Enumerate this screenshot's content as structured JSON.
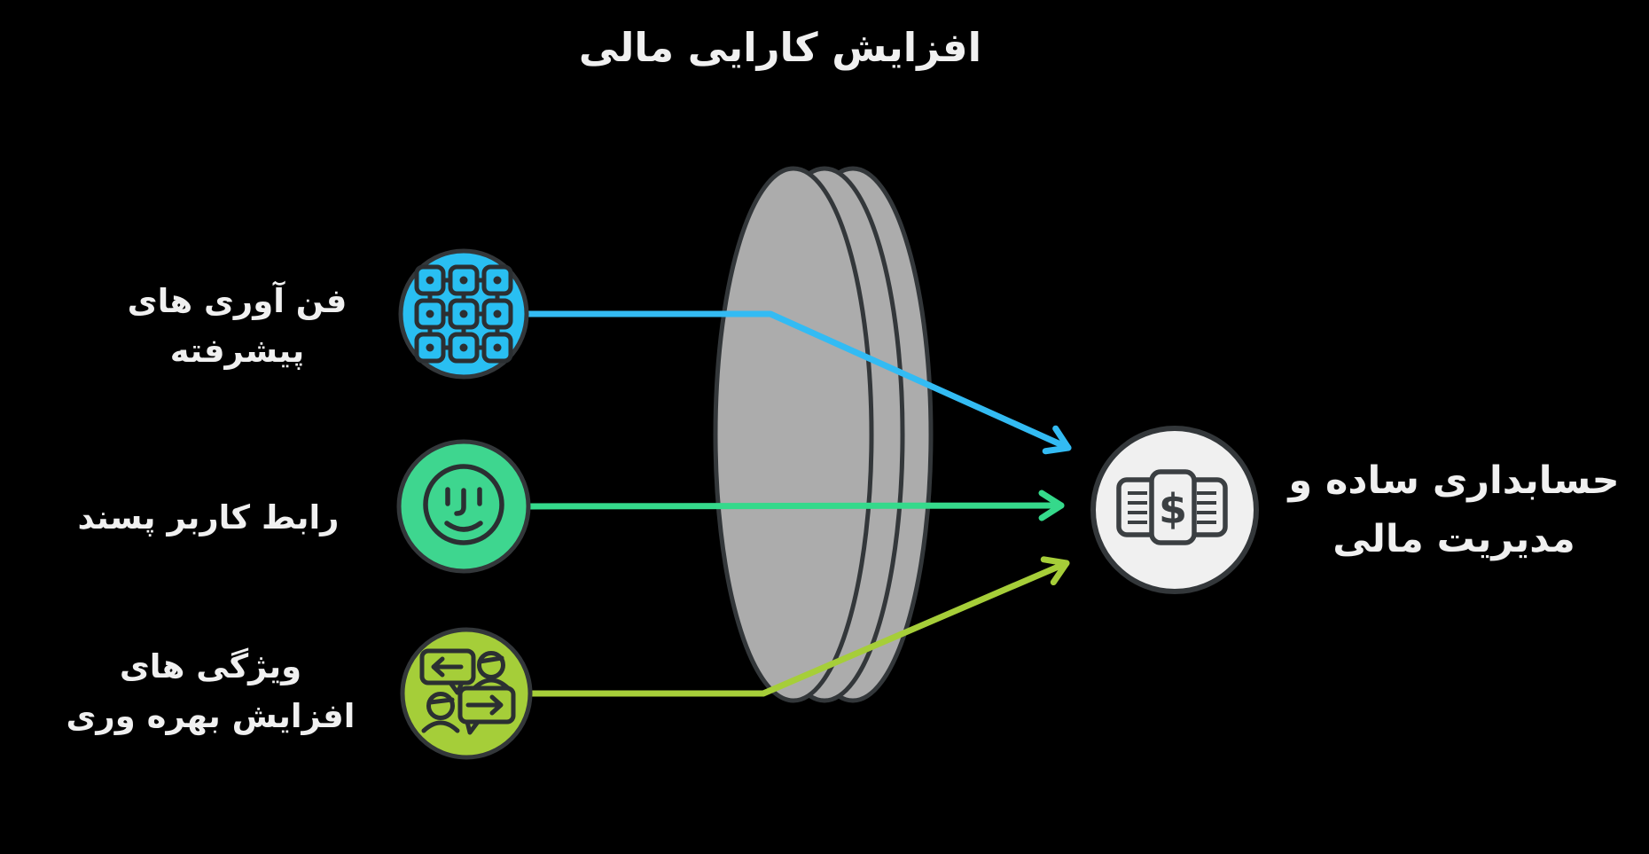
{
  "title": "افزایش کارایی مالی",
  "inputs": [
    {
      "id": "advanced-technologies",
      "icon": "grid-network-icon",
      "lines": [
        "فن آوری های",
        "پیشرفته"
      ]
    },
    {
      "id": "user-friendly-interface",
      "icon": "smiley-face-icon",
      "lines": [
        "رابط کاربر پسند"
      ]
    },
    {
      "id": "productivity-features",
      "icon": "conversation-icon",
      "lines": [
        "ویژگی های",
        "افزایش بهره وری"
      ]
    }
  ],
  "output": {
    "id": "simple-accounting",
    "icon": "money-banknotes-icon",
    "currency_symbol": "$",
    "lines": [
      "حسابداری ساده و",
      "مدیریت مالی"
    ]
  },
  "colors": {
    "background": "#000000",
    "text": "#F0F0F0",
    "lens_fill": "#ACACAC",
    "outline_dark": "#33373A",
    "input_blue": "#29BFF2",
    "input_green": "#3ED68F",
    "input_lime": "#A5CE39",
    "arrow_blue": "#33BBF3",
    "arrow_green": "#35D98B",
    "arrow_lime": "#A6CE39",
    "output_circle_fill": "#F0F0F0"
  }
}
